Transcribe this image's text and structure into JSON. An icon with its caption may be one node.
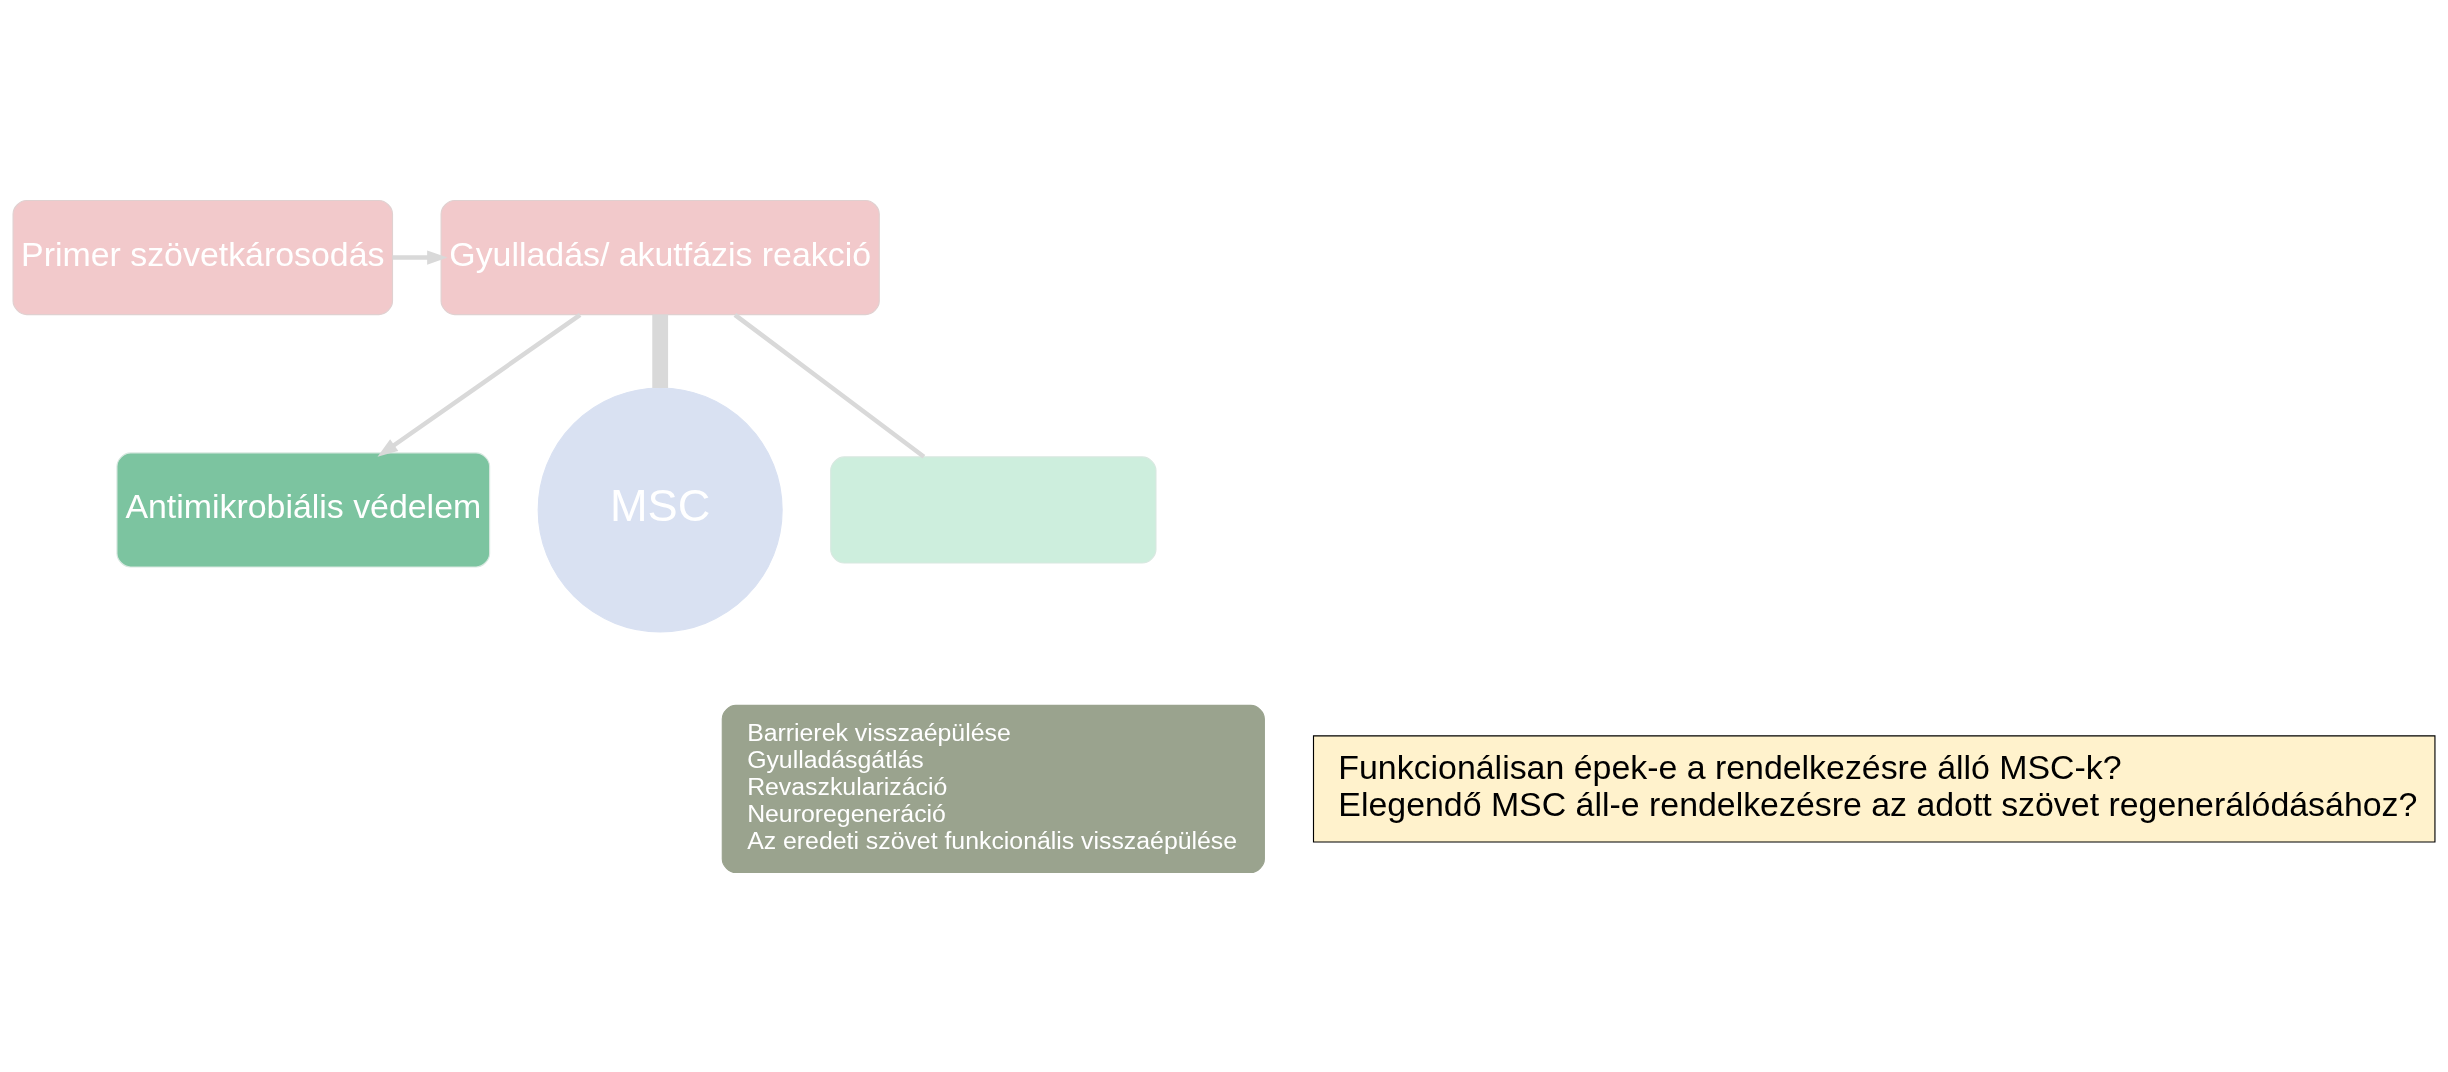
{
  "diagram": {
    "nodes": [
      {
        "text": [
          "Primer szövetkárosodás"
        ]
      },
      {
        "text": [
          "Gyulladás/ akutfázis reakció"
        ]
      },
      {
        "text": [
          "Antimikrobiális védelem"
        ]
      },
      {
        "text": [
          "MSC"
        ]
      },
      {
        "text": [],
        "shape": "box"
      },
      {
        "text": [
          "Barrierek visszaépülése",
          "Gyulladásgátlás",
          "Revaszkularizáció",
          "Neuroregeneráció",
          "Az eredeti szövet funkcionális visszaépülése"
        ]
      },
      {
        "text": [
          "Funkcionálisan épek-e a rendelkezésre álló MSC-k?",
          "Elegendő MSC áll-e rendelkezésre az adott szövet regenerálódásához?"
        ]
      }
    ],
    "edges": [
      {
        "from": 0,
        "to": 1,
        "arrow": "to"
      },
      {
        "from": 1,
        "to": 2,
        "arrow": "to"
      },
      {
        "from": 1,
        "to": 3,
        "arrow": "none",
        "style": "thick"
      },
      {
        "from": 1,
        "to": 4,
        "arrow": "none"
      }
    ]
  }
}
